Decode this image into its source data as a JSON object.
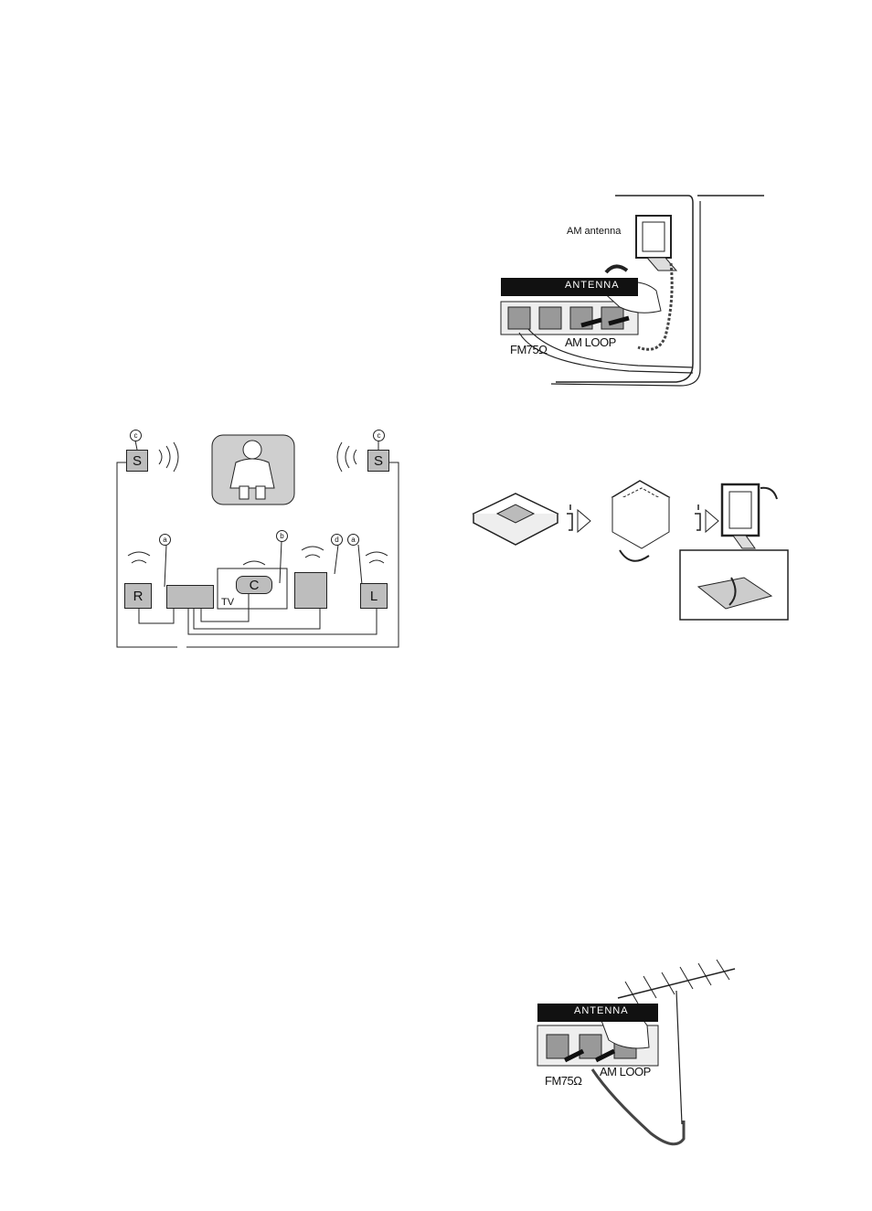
{
  "am_antenna_figure": {
    "antenna_label": "AM antenna",
    "panel_label": "ANTENNA",
    "fm_terminal": "FM75Ω",
    "am_terminal": "AM LOOP"
  },
  "speaker_layout": {
    "speakers": {
      "surround_left": "S",
      "surround_right": "S",
      "front_right": "R",
      "center": "C",
      "front_left": "L"
    },
    "tv_label": "TV",
    "tags": {
      "a1": "a",
      "a2": "a",
      "b": "b",
      "c1": "c",
      "c2": "c",
      "d": "d"
    }
  },
  "fm_antenna_figure": {
    "panel_label": "ANTENNA",
    "fm_terminal": "FM75Ω",
    "am_terminal": "AM LOOP"
  }
}
